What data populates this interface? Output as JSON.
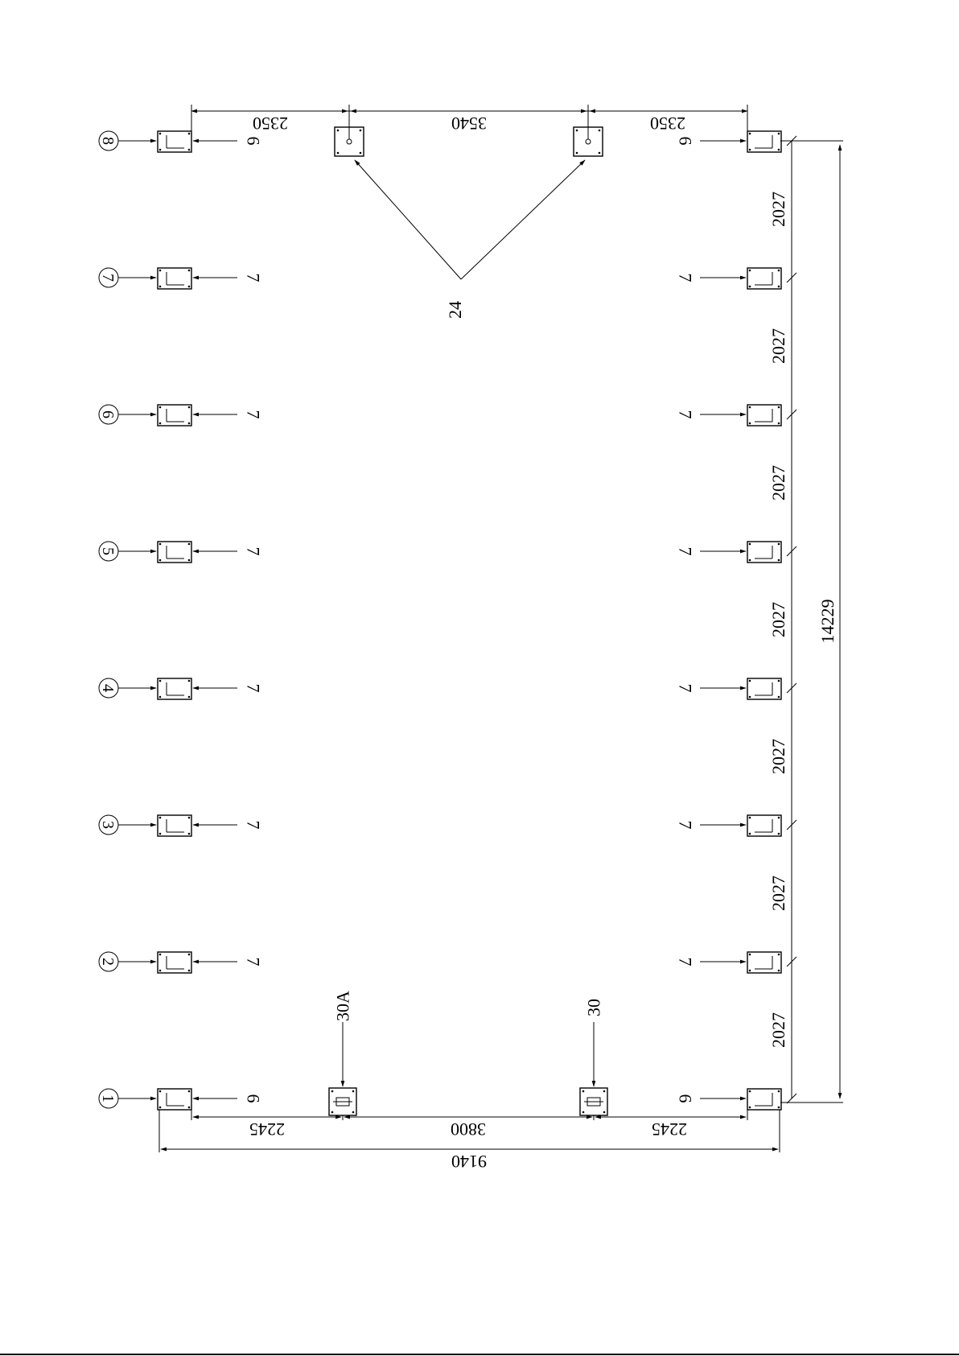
{
  "drawing": {
    "overall_width": "9140",
    "overall_length": "14229",
    "bay_spacing": "2027",
    "bottom_dims": [
      "2245",
      "3800",
      "2245"
    ],
    "top_dims": [
      "2350",
      "3540",
      "2350"
    ],
    "axis_labels": [
      "1",
      "2",
      "3",
      "4",
      "5",
      "6",
      "7",
      "8"
    ],
    "callout_end": "6",
    "callout_mid": "7",
    "callout_top_center": "24",
    "callout_30A": "30A",
    "callout_30": "30"
  }
}
